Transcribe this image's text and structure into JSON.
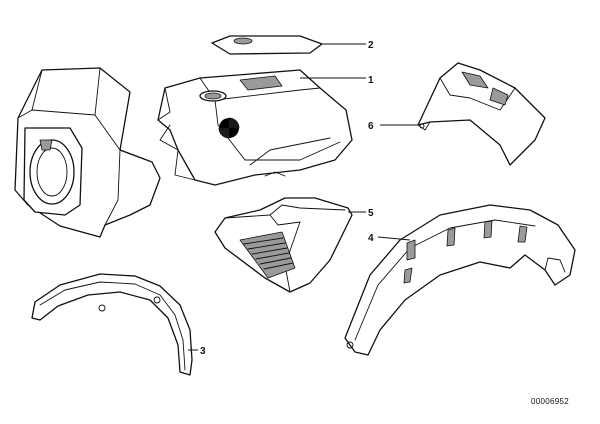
{
  "callouts": {
    "c1": "1",
    "c2": "2",
    "c3": "3",
    "c4": "4",
    "c5": "5",
    "c6": "6"
  },
  "document_number": "00006952",
  "colors": {
    "line": "#111111",
    "shade": "#9a9a9a",
    "background": "#ffffff"
  }
}
